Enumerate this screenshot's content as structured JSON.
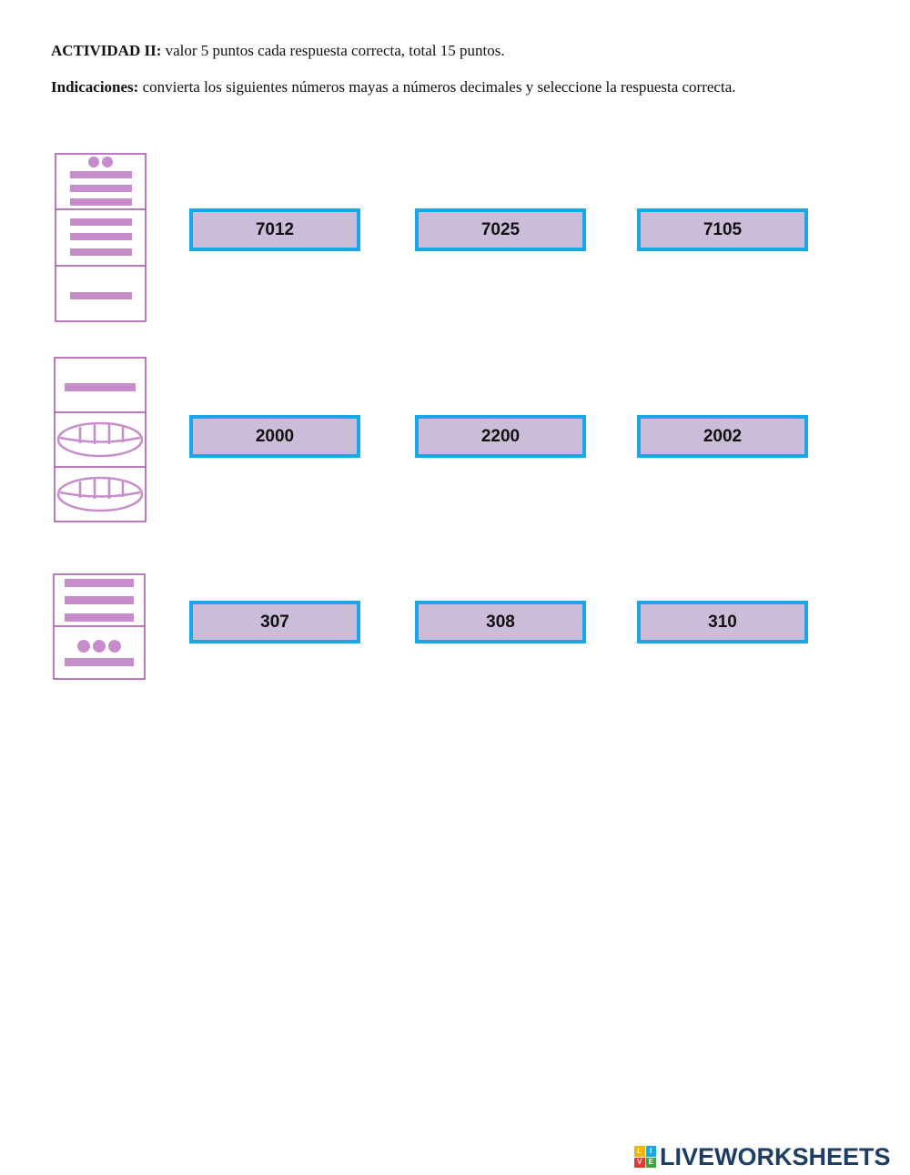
{
  "header": {
    "line1_label": "ACTIVIDAD II:",
    "line1_text": " valor 5 puntos cada respuesta correcta, total 15 puntos.",
    "line2_label": "Indicaciones:",
    "line2_text": " convierta los siguientes números mayas a números decimales y seleccione la respuesta correcta."
  },
  "questions": [
    {
      "glyph_levels": [
        "2 dots over 3 bars",
        "3 bars",
        "1 bar"
      ],
      "options": [
        "7012",
        "7025",
        "7105"
      ]
    },
    {
      "glyph_levels": [
        "1 bar",
        "shell (zero)",
        "shell (zero)"
      ],
      "options": [
        "2000",
        "2200",
        "2002"
      ]
    },
    {
      "glyph_levels": [
        "3 bars",
        "3 dots over 1 bar"
      ],
      "options": [
        "307",
        "308",
        "310"
      ]
    }
  ],
  "footer": {
    "brand": "LIVEWORKSHEETS",
    "icon_letters": [
      "L",
      "I",
      "V",
      "E"
    ]
  },
  "colors": {
    "glyph_purple": "#c68dca",
    "frame_purple": "#a24ea8",
    "option_fill": "#cbbcd9",
    "option_border": "#1aa7e8",
    "brand_navy": "#1d3d66",
    "icon_colors": [
      "#f4b400",
      "#1aa7e8",
      "#e53935",
      "#43a047"
    ]
  }
}
